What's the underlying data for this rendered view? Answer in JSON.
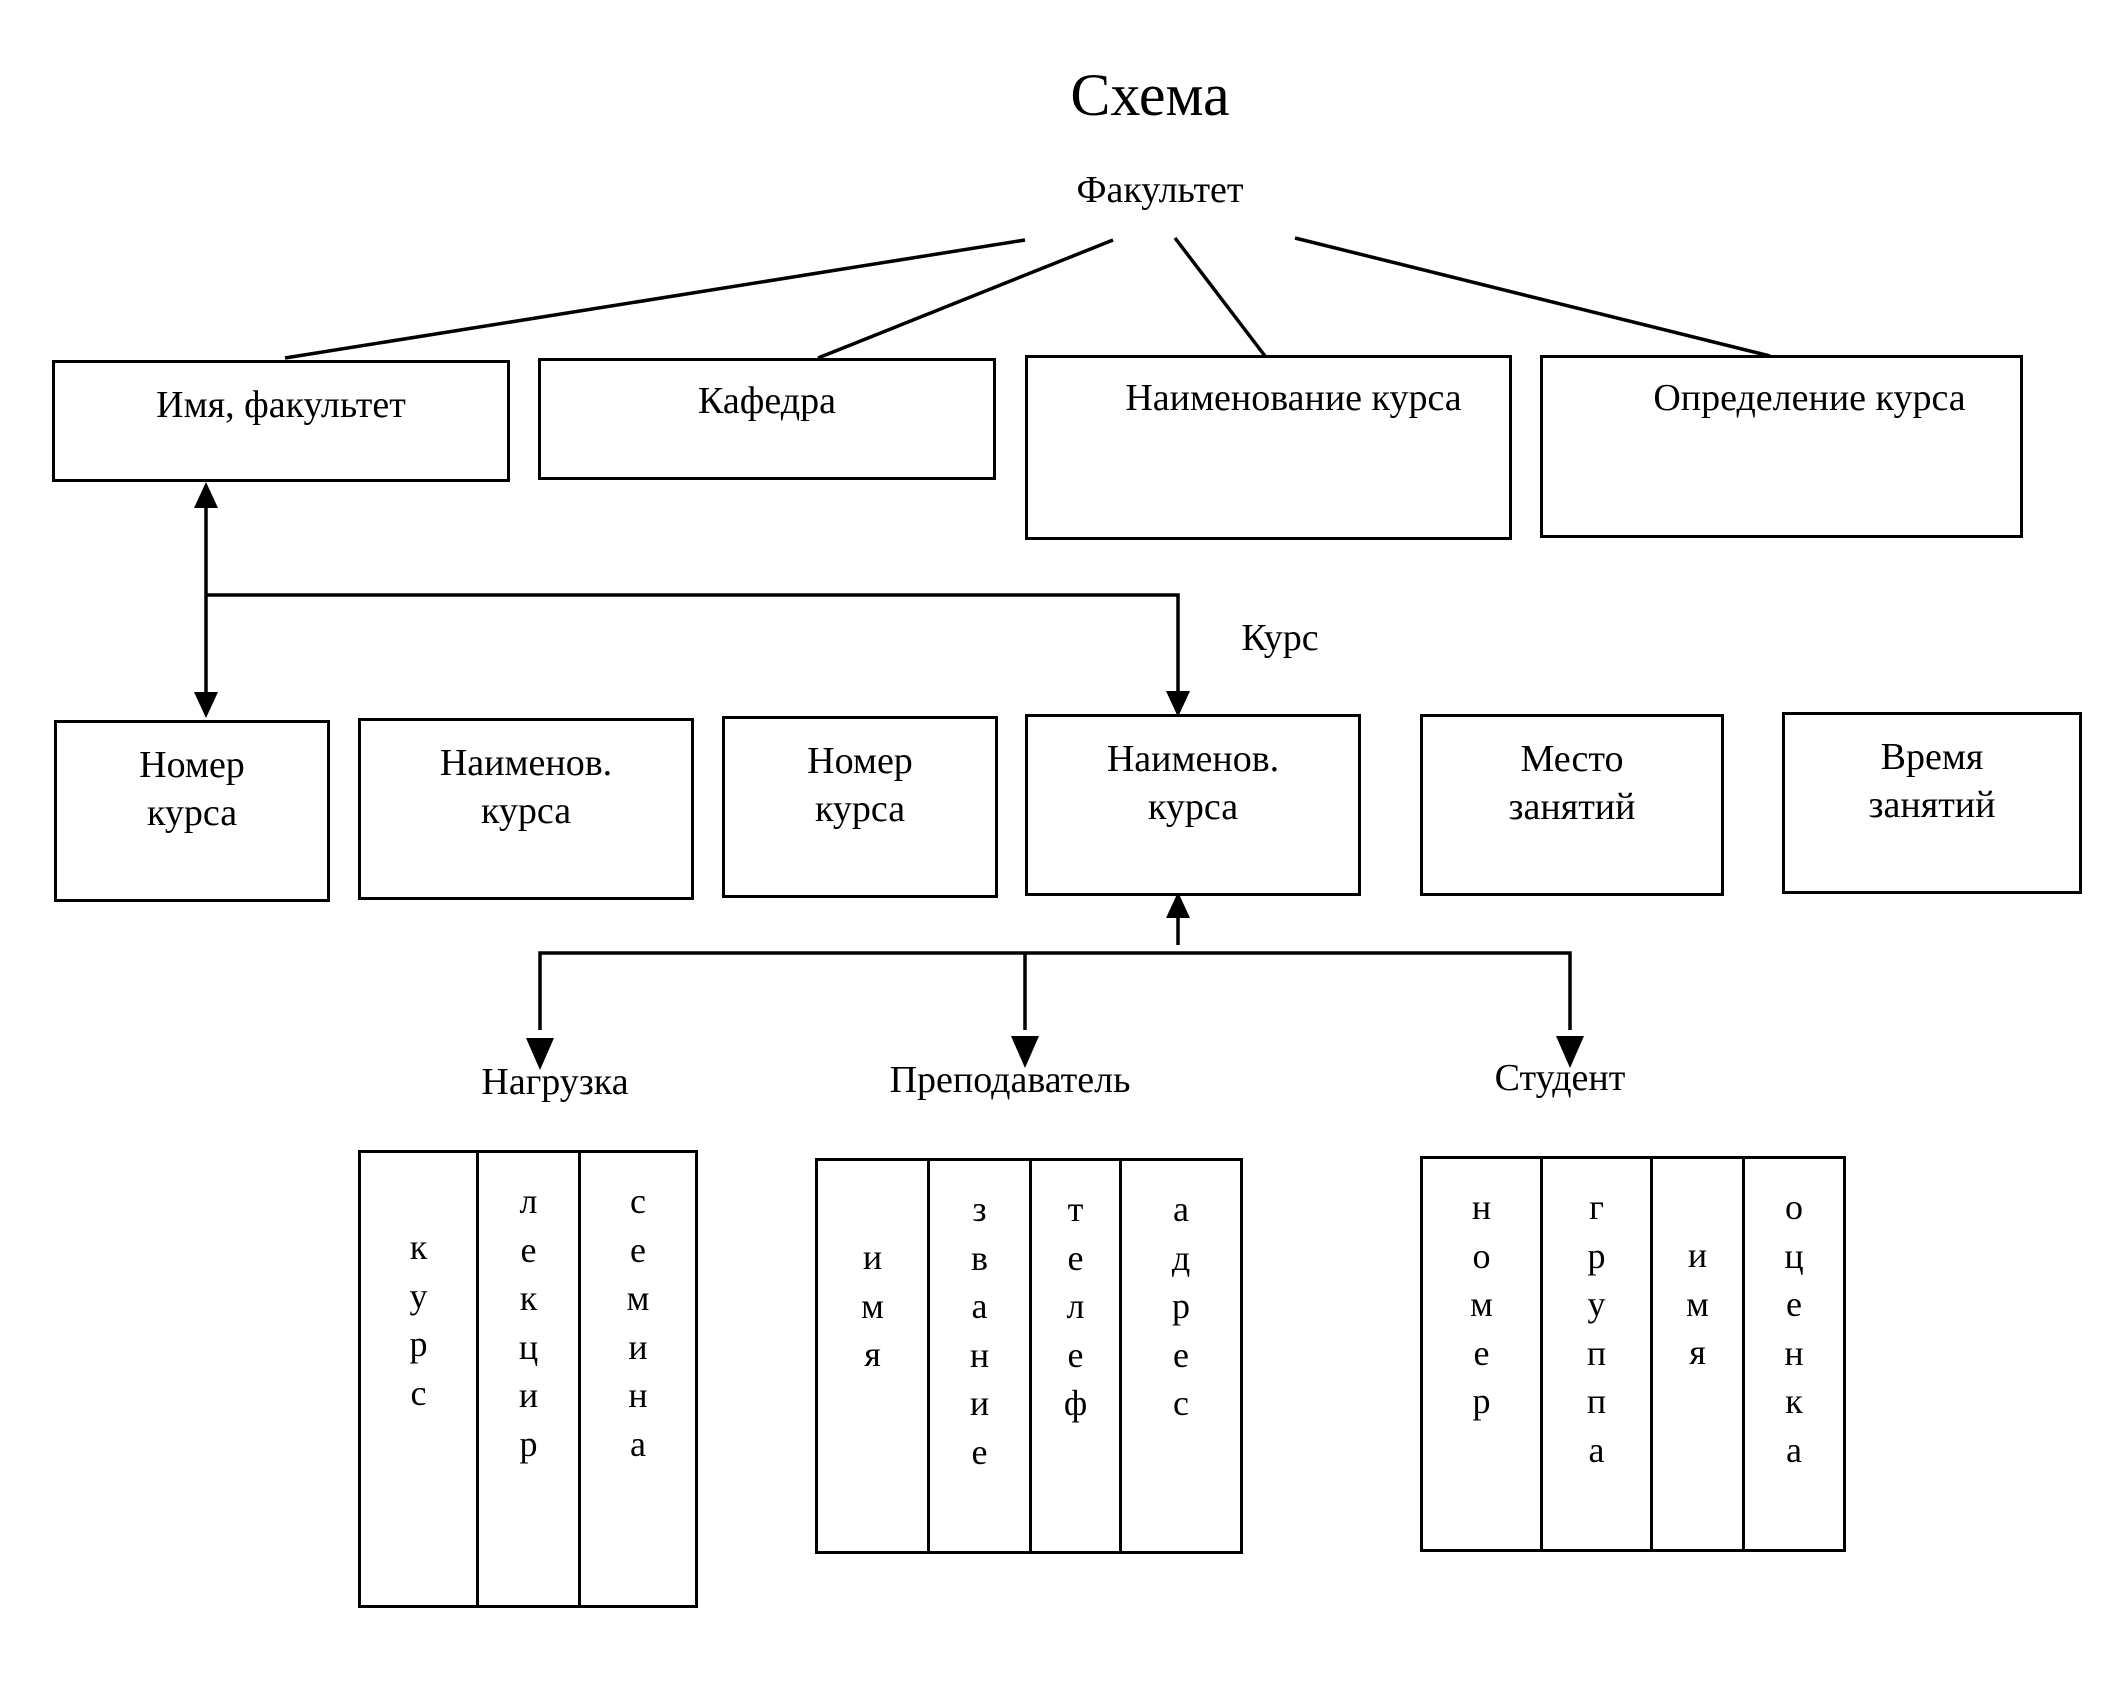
{
  "title": "Схема",
  "faculty": {
    "label": "Факультет",
    "boxes": [
      "Имя, факультет",
      "Кафедра",
      "Наименование курса",
      "Определение курса"
    ]
  },
  "course": {
    "label": "Курс",
    "boxes": [
      [
        "Номер",
        "курса"
      ],
      [
        "Наименов.",
        "курса"
      ],
      [
        "Номер",
        "курса"
      ],
      [
        "Наименов.",
        "курса"
      ],
      [
        "Место",
        "занятий"
      ],
      [
        "Время",
        "занятий"
      ]
    ]
  },
  "load": {
    "label": "Нагрузка",
    "columns": [
      "курс",
      "лекцир",
      "семина"
    ]
  },
  "teacher": {
    "label": "Преподаватель",
    "columns": [
      "имя",
      "звание",
      "телеф",
      "адрес"
    ]
  },
  "student": {
    "label": "Студент",
    "columns": [
      "номер",
      "группа",
      "имя",
      "оценка"
    ]
  }
}
